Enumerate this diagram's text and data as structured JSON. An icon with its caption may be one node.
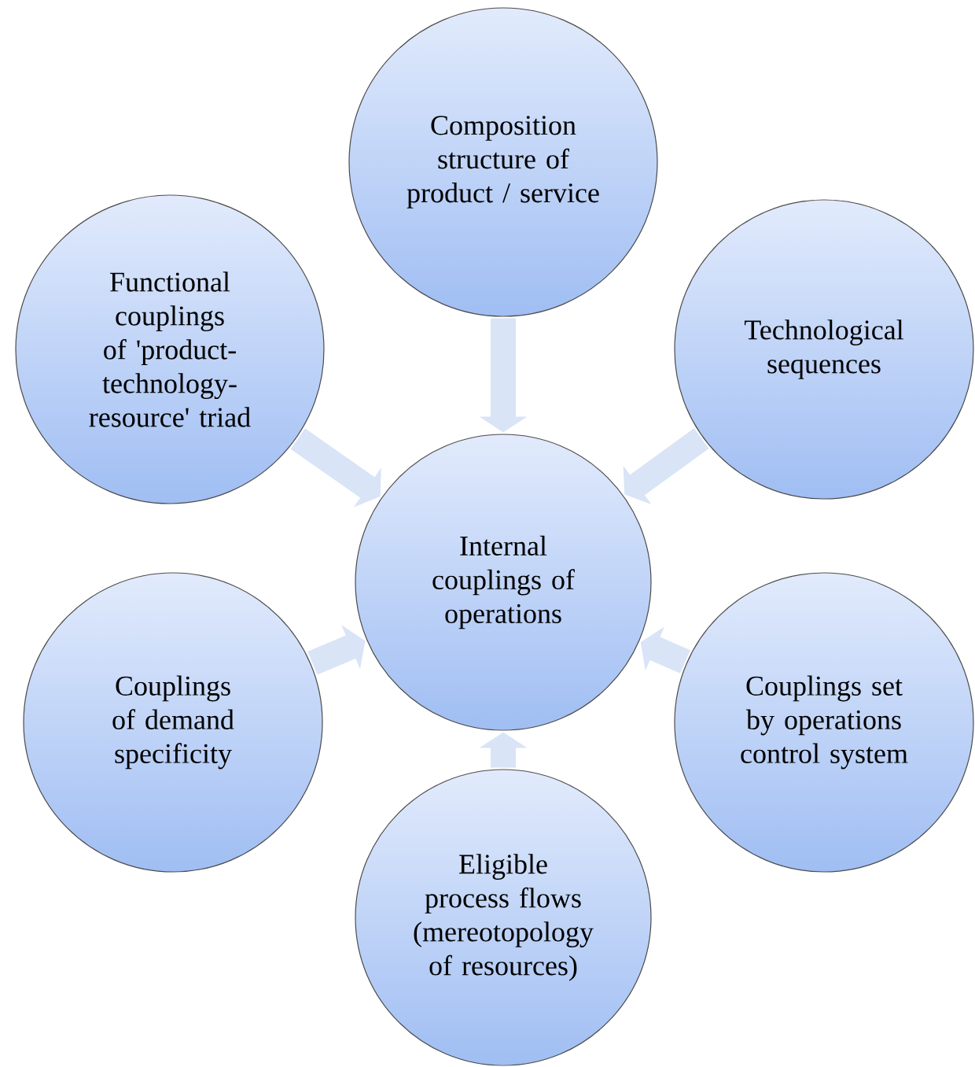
{
  "diagram": {
    "nodes": [
      {
        "text": [
          "Composition structure of product / service"
        ]
      },
      {
        "text": [
          "Functional couplings of 'product-technology-resource' triad"
        ]
      },
      {
        "text": [
          "Technological sequences"
        ]
      },
      {
        "text": [
          "Internal couplings of operations"
        ]
      },
      {
        "text": [
          "Couplings of demand specificity"
        ]
      },
      {
        "text": [
          "Couplings set by operations control system"
        ]
      },
      {
        "text": [
          "Eligible process flows (mereotopology of resources)"
        ]
      }
    ],
    "edges": [
      {
        "from": 0,
        "to": 3,
        "arrow": "to"
      },
      {
        "from": 1,
        "to": 3,
        "arrow": "to"
      },
      {
        "from": 2,
        "to": 3,
        "arrow": "to"
      },
      {
        "from": 4,
        "to": 3,
        "arrow": "to"
      },
      {
        "from": 5,
        "to": 3,
        "arrow": "to"
      },
      {
        "from": 6,
        "to": 3,
        "arrow": "to"
      }
    ]
  }
}
